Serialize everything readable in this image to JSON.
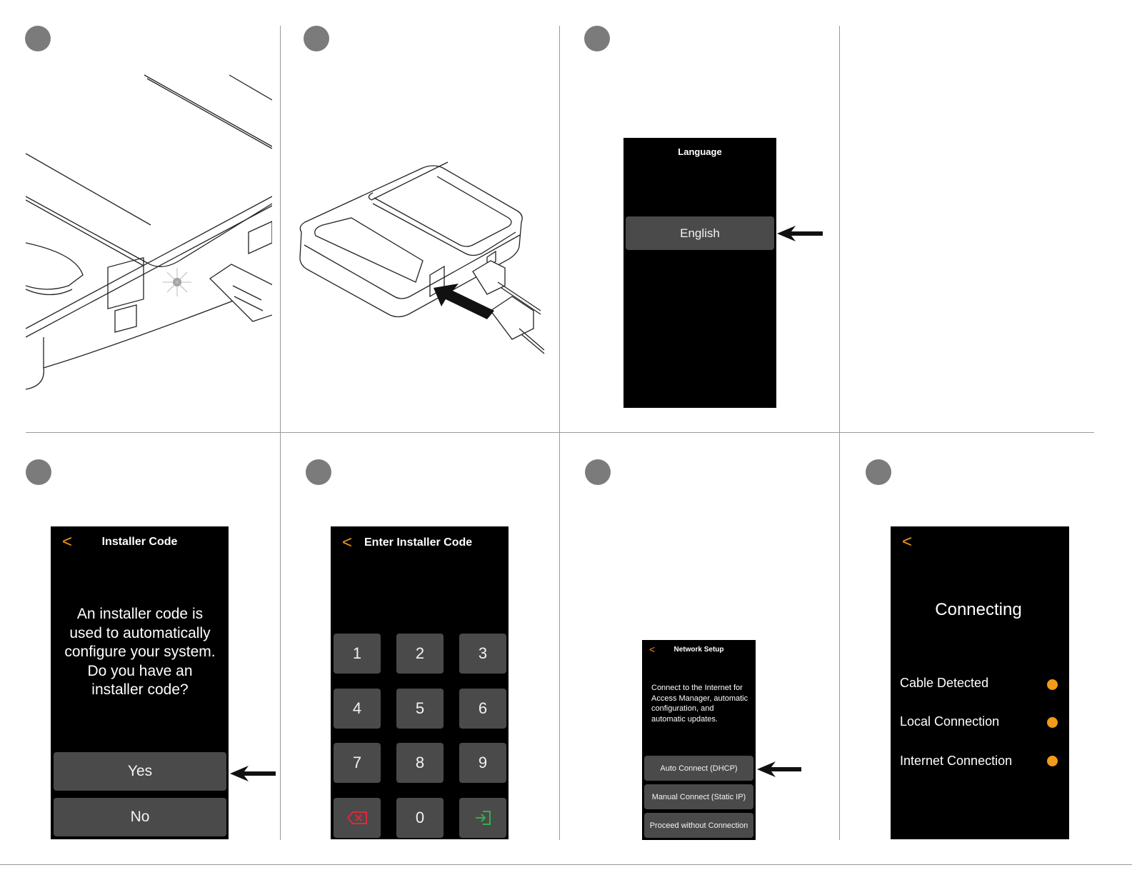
{
  "language_screen": {
    "title": "Language",
    "option": "English"
  },
  "installer_code_screen": {
    "back": "<",
    "title": "Installer Code",
    "message": "An installer code is used to automatically configure your system. Do you have an installer code?",
    "yes": "Yes",
    "no": "No"
  },
  "enter_code_screen": {
    "back": "<",
    "title": "Enter Installer Code",
    "keys": [
      "1",
      "2",
      "3",
      "4",
      "5",
      "6",
      "7",
      "8",
      "9",
      "0"
    ],
    "delete_icon": "backspace-icon",
    "enter_icon": "enter-icon",
    "colors": {
      "delete": "#e0263c",
      "enter": "#2fb24a"
    }
  },
  "network_screen": {
    "back": "<",
    "title": "Network Setup",
    "message": "Connect to the Internet for Access Manager, automatic configuration, and automatic updates.",
    "auto": "Auto Connect (DHCP)",
    "manual": "Manual Connect (Static IP)",
    "proceed": "Proceed without Connection"
  },
  "connecting_screen": {
    "back": "<",
    "title": "Connecting",
    "items": [
      "Cable Detected",
      "Local Connection",
      "Internet Connection"
    ],
    "status_color": "#f29a1a"
  },
  "colors": {
    "accent": "#f29a1a",
    "button": "#4a4a4a",
    "screen": "#000000",
    "step": "#7b7b7b"
  }
}
